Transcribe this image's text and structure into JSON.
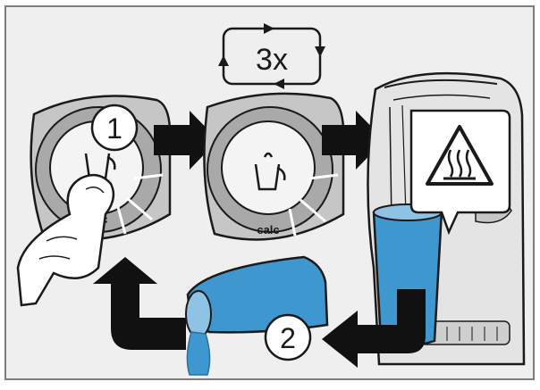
{
  "repeat_label": "3x",
  "step_labels": [
    "1",
    "2"
  ],
  "button_label": "calc",
  "colors": {
    "background": "#efefef",
    "frame": "#7d7d7d",
    "panel": "#c6c6c6",
    "panel_dark": "#a9a9a9",
    "water": "#3f97cf",
    "water_dark": "#2f6f9c",
    "arrow": "#111111",
    "line": "#1a1a1a"
  },
  "icons": [
    "repeat-cycle-icon",
    "hot-surface-warning-icon",
    "descale-cup-icon",
    "pointing-finger-icon"
  ]
}
